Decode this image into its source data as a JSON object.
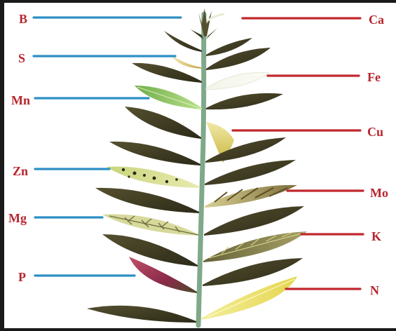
{
  "figure": {
    "left_labels": [
      "B",
      "S",
      "Mn",
      "Zn",
      "Mg",
      "P"
    ],
    "right_labels": [
      "Ca",
      "Fe",
      "Cu",
      "Mo",
      "K",
      "N"
    ]
  },
  "colors": {
    "frame": "#1a1a1a",
    "left_line": "#2d8fc4",
    "right_line": "#c0272d",
    "label_text": "#b8262e",
    "stem": "#7fa98a",
    "healthy_leaf": "#3d3a22",
    "chlorotic_leaf": "#d8de8c",
    "purple_leaf": "#a23a5a"
  }
}
